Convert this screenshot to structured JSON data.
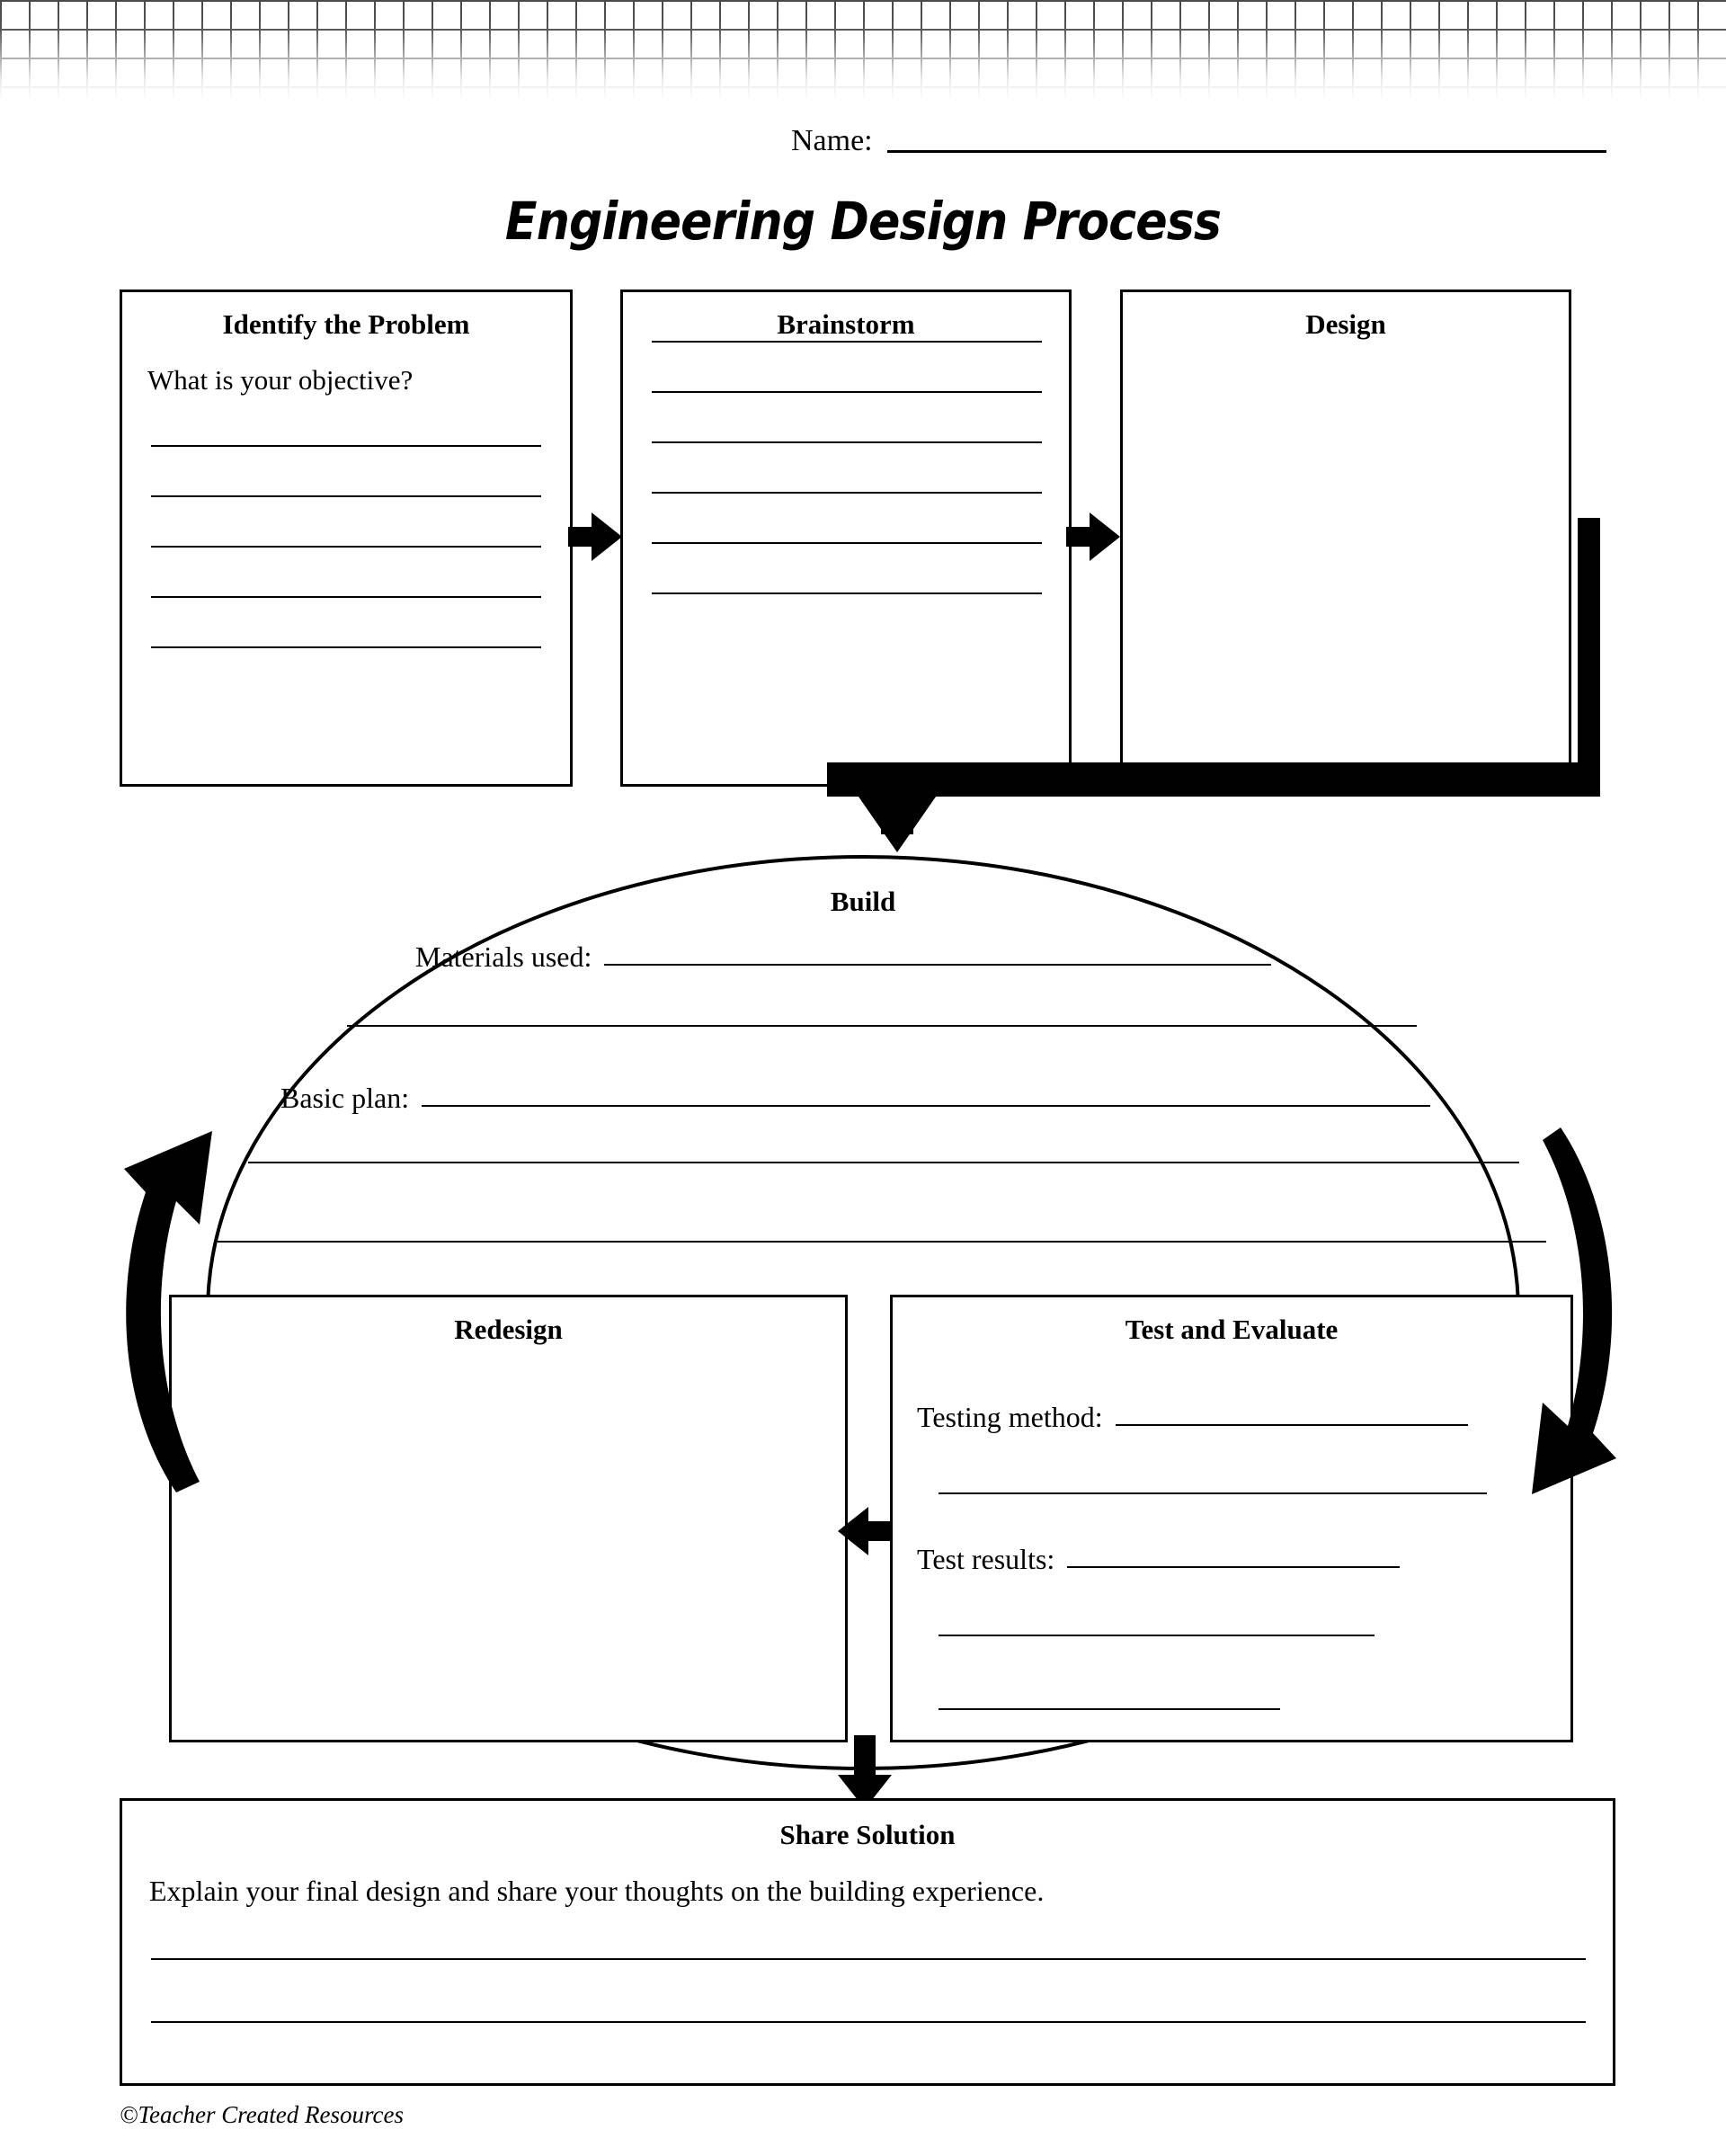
{
  "worksheet": {
    "title": "Engineering Design Process",
    "name_label": "Name:",
    "footer_credit": "©Teacher Created Resources"
  },
  "steps": {
    "identify": {
      "title": "Identify the Problem",
      "prompt": "What is your objective?",
      "blank_lines": 5
    },
    "brainstorm": {
      "title": "Brainstorm",
      "blank_lines": 6
    },
    "design": {
      "title": "Design",
      "blank_lines": 0
    },
    "build": {
      "title": "Build",
      "materials_label": "Materials used:",
      "basic_plan_label": "Basic plan:"
    },
    "redesign": {
      "title": "Redesign",
      "blank_lines": 0
    },
    "test": {
      "title": "Test and Evaluate",
      "testing_method_label": "Testing method:",
      "test_results_label": "Test results:"
    },
    "share": {
      "title": "Share Solution",
      "prompt": "Explain your final design and share your thoughts on the building experience.",
      "blank_lines": 2
    }
  },
  "flow": {
    "arrow_identify_to_brainstorm": "arrow-right",
    "arrow_brainstorm_to_design": "arrow-right",
    "arrow_design_to_build": "elbow-arrow-down",
    "arrow_build_to_test": "curved-arrow-down",
    "arrow_test_to_redesign": "arrow-left",
    "arrow_redesign_to_build": "curved-arrow-up",
    "arrow_to_share": "arrow-down"
  },
  "colors": {
    "ink": "#000000",
    "paper": "#ffffff",
    "grid": "#4a4a4a"
  }
}
